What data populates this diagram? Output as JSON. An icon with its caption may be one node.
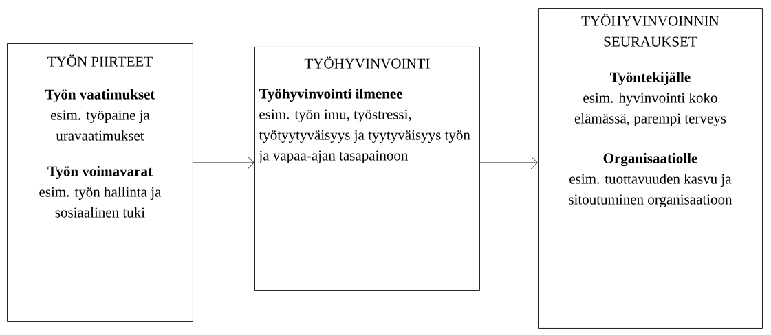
{
  "diagram": {
    "nodes": [
      {
        "text": [
          "TYÖN PIIRTEET",
          "Työn vaatimukset",
          "esim. työpaine ja uravaatimukset",
          "Työn voimavarat",
          "esim. työn hallinta ja sosiaalinen tuki"
        ]
      },
      {
        "text": [
          "TYÖHYVINVOINTI",
          "Työhyvinvointi ilmenee",
          "esim. työn imu, työstressi, työtyytyväisyys ja tyytyväisyys työn ja vapaa-ajan tasapainoon"
        ]
      },
      {
        "text": [
          "TYÖHYVINVOINNIN SEURAUKSET",
          "Työntekijälle",
          "esim. hyvinvointi koko elämässä, parempi terveys",
          "Organisaatiolle",
          "esim. tuottavuuden kasvu ja sitoutuminen organisaatioon"
        ]
      }
    ],
    "edges": [
      {
        "from": 0,
        "to": 1,
        "arrow": "to"
      },
      {
        "from": 1,
        "to": 2,
        "arrow": "to"
      }
    ]
  }
}
